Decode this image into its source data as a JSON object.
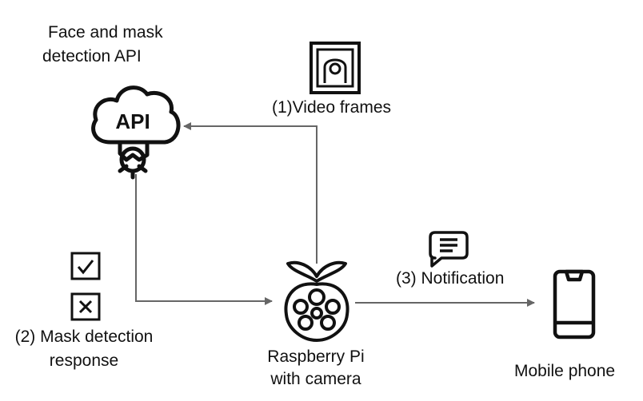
{
  "nodes": {
    "api": {
      "title_line1": "Face  and mask",
      "title_line2": "detection API",
      "icon_text": "API",
      "icon": "cloud-gear-icon"
    },
    "raspberry": {
      "line1": "Raspberry Pi",
      "line2": "with camera",
      "icon": "raspberry-pi-icon"
    },
    "phone": {
      "label": "Mobile phone",
      "icon": "smartphone-icon"
    }
  },
  "edges": {
    "video_frames": {
      "label": "(1)Video frames",
      "icon": "picture-frame-icon"
    },
    "mask_response": {
      "label_line1": "(2) Mask detection",
      "label_line2": "response",
      "icons": [
        "checkbox-check-icon",
        "checkbox-x-icon"
      ]
    },
    "notification": {
      "label": "(3) Notification",
      "icon": "message-bubble-icon"
    }
  },
  "colors": {
    "arrow": "#666666",
    "icon": "#111111",
    "text": "#111111"
  }
}
